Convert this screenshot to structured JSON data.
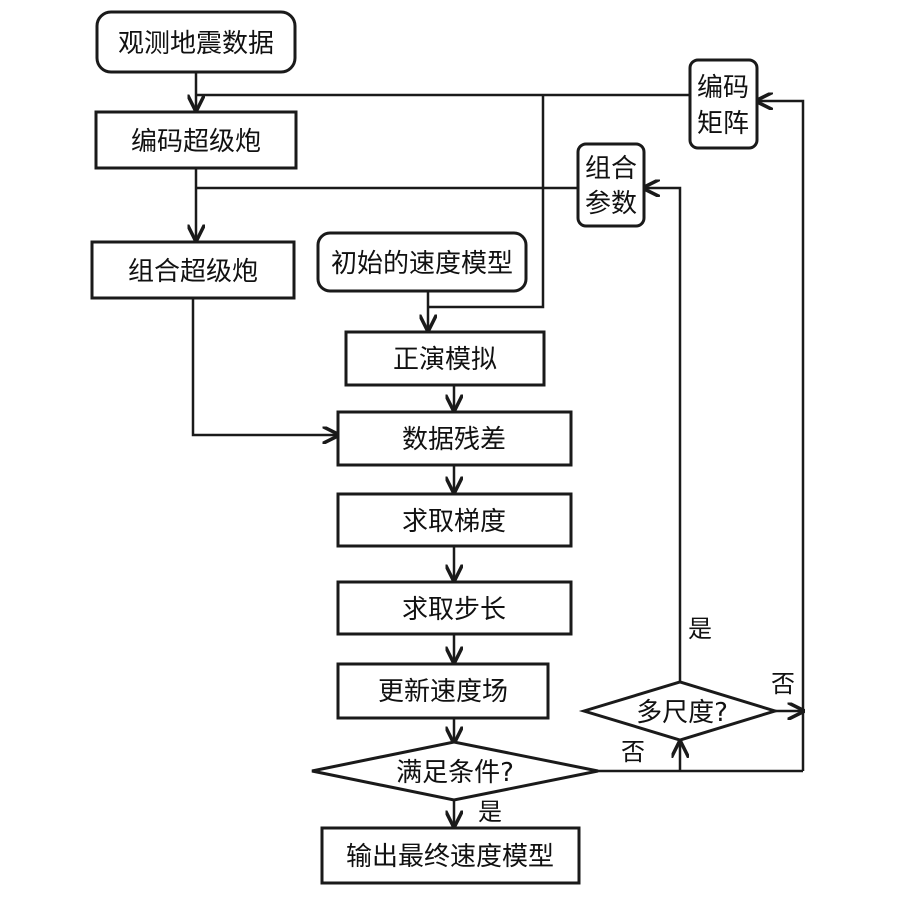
{
  "nodes": {
    "observed": "观测地震数据",
    "encode_super": "编码超级炮",
    "combine_super": "组合超级炮",
    "init_model": "初始的速度模型",
    "forward": "正演模拟",
    "residual": "数据残差",
    "gradient": "求取梯度",
    "step": "求取步长",
    "update": "更新速度场",
    "satisfy": "满足条件?",
    "output": "输出最终速度模型",
    "multiscale": "多尺度?",
    "encode_matrix": [
      "编码",
      "矩阵"
    ],
    "combine_params": [
      "组合",
      "参数"
    ]
  },
  "edge_labels": {
    "satisfy_yes": "是",
    "satisfy_no": "否",
    "multiscale_yes": "是",
    "multiscale_no": "否"
  }
}
